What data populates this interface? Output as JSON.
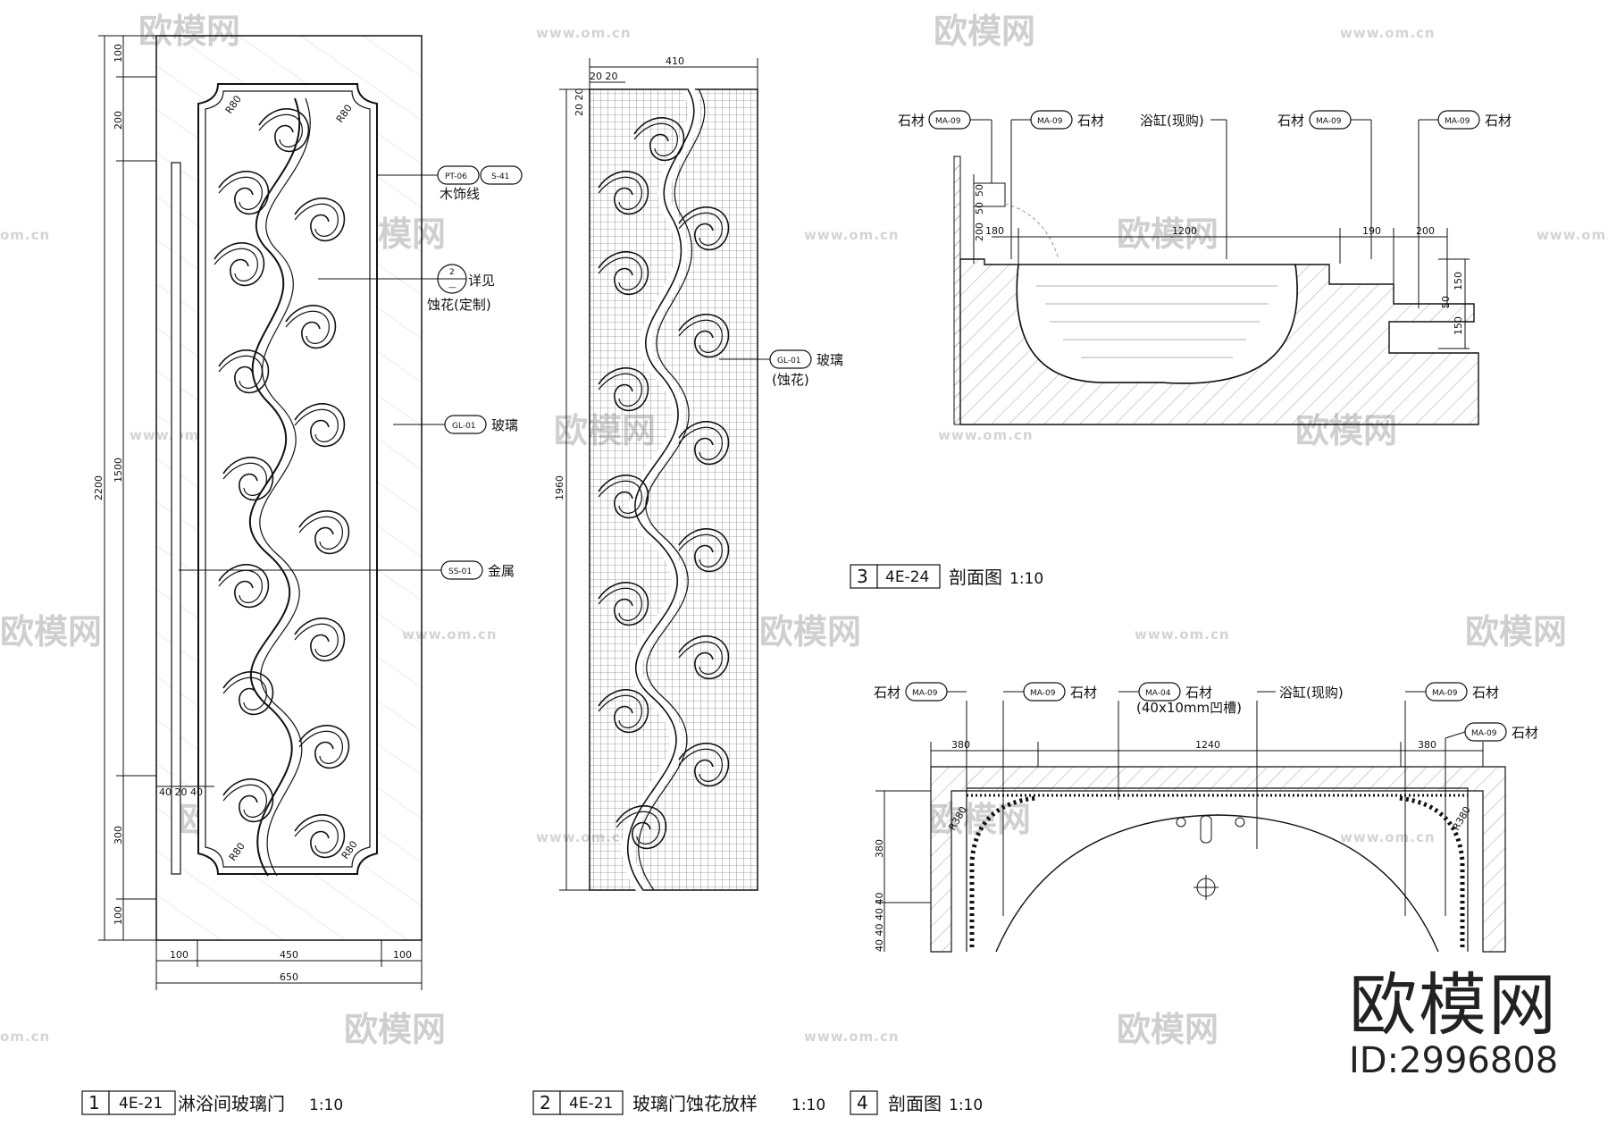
{
  "watermark": {
    "brand": "欧模网",
    "url": "www.om.cn",
    "url_short": "om.cn"
  },
  "brand_block": {
    "name": "欧模网",
    "id": "ID:2996808"
  },
  "drawing1": {
    "dims_vertical": [
      "100",
      "200",
      "1500",
      "300",
      "100",
      "2200"
    ],
    "dims_bottom": [
      "100",
      "450",
      "100",
      "650"
    ],
    "dims_small": "40 20 40",
    "radii": [
      "R80",
      "R80",
      "R80",
      "R80"
    ],
    "callouts": {
      "pt06": "PT-06",
      "s41": "S-41",
      "wood_trim": "木饰线",
      "detail_num": "2",
      "detail_sheet": "—",
      "detail_see": "详见",
      "etching": "蚀花(定制)",
      "gl01": "GL-01",
      "glass": "玻璃",
      "ss01": "SS-01",
      "metal": "金属"
    },
    "title": {
      "num": "1",
      "sheet": "4E-21",
      "name": "淋浴间玻璃门",
      "scale": "1:10"
    }
  },
  "drawing2": {
    "dim_top": "410",
    "dim_top_small": "20 20",
    "dim_left_small": "20 20",
    "dim_height": "1960",
    "callout": {
      "tag": "GL-01",
      "line1": "玻璃",
      "line2": "(蚀花)"
    },
    "title": {
      "num": "2",
      "sheet": "4E-21",
      "name": "玻璃门蚀花放样",
      "scale": "1:10"
    }
  },
  "drawing3": {
    "labels": {
      "stone1": "石材",
      "tag1": "MA-09",
      "tag2": "MA-09",
      "stone2": "石材",
      "bathtub": "浴缸(现购)",
      "stone3": "石材",
      "tag3": "MA-09",
      "tag4": "MA-09",
      "stone4": "石材"
    },
    "dims": [
      "50",
      "50",
      "180",
      "200",
      "1200",
      "190",
      "200",
      "150",
      "50",
      "150"
    ],
    "title": {
      "num": "3",
      "sheet": "4E-24",
      "name": "剖面图",
      "scale": "1:10"
    }
  },
  "drawing4": {
    "labels": {
      "stone1": "石材",
      "tag1": "MA-09",
      "tag2": "MA-09",
      "stone2": "石材",
      "tag3": "MA-04",
      "stone3": "石材",
      "groove": "(40x10mm凹槽)",
      "bathtub": "浴缸(现购)",
      "tag4": "MA-09",
      "stone4": "石材",
      "tag5": "MA-09",
      "stone5": "石材"
    },
    "dims": [
      "380",
      "1240",
      "380",
      "380",
      "40 40 40 40"
    ],
    "radii": [
      "R380",
      "R380"
    ],
    "title": {
      "num": "4",
      "name": "剖面图",
      "scale": "1:10"
    }
  }
}
